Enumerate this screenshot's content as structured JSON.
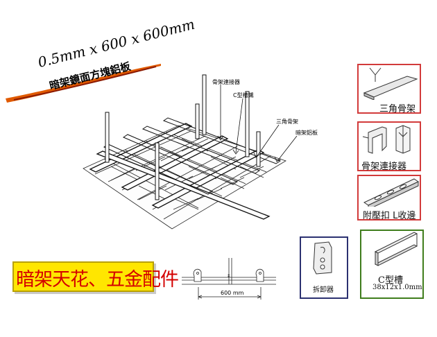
{
  "title": {
    "spec": "0.5mm x 600 x 600mm",
    "subtitle": "暗架鏡面方塊鋁板"
  },
  "callouts": {
    "connector": "骨架連接器",
    "c_channel": "C型槽鐵",
    "triangle": "三角骨架",
    "panel": "暗架鋁板"
  },
  "cards": {
    "triangle_frame": "三角骨架",
    "frame_connector": "骨架連接器",
    "l_trim": "附壓扣 L收邊",
    "remover": "拆卸器",
    "c_channel_title": "C型槽",
    "c_channel_size": "38x12x1.0mm"
  },
  "section": {
    "dimension": "600 mm"
  },
  "banner": {
    "text": "暗架天花、五金配件"
  },
  "colors": {
    "accent_red": "#d40000",
    "banner_yellow": "#ffe600",
    "card_red": "#d23a3a",
    "card_navy": "#2b3070",
    "card_green": "#3f7d1c"
  }
}
